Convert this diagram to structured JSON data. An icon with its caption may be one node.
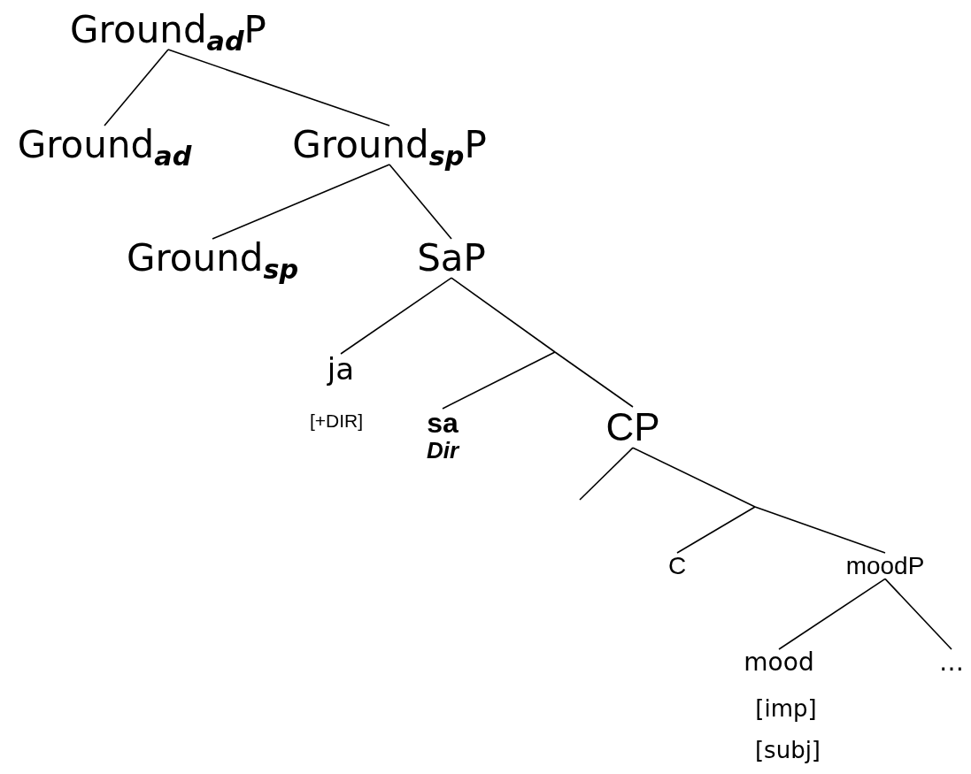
{
  "diagram": {
    "nodes": [
      {
        "text": [
          "Ground$_{ad}$P"
        ]
      },
      {
        "text": [
          "Ground$_{ad}$"
        ]
      },
      {
        "text": [
          "Ground$_{sp}$P"
        ]
      },
      {
        "text": [
          "Ground$_{sp}$"
        ]
      },
      {
        "text": [
          "SaP"
        ]
      },
      {
        "text": [
          "ja"
        ],
        "beside": [
          "[+DIR]"
        ]
      },
      {
        "text": [
          "sa",
          "Dir"
        ]
      },
      {
        "text": [
          "CP"
        ]
      },
      {
        "text": [
          "C"
        ]
      },
      {
        "text": [
          "moodP"
        ]
      },
      {
        "text": [
          "mood"
        ],
        "beside": [
          "[imp]",
          "[subj]"
        ]
      },
      {
        "text": [
          "…"
        ]
      }
    ],
    "edges": [
      {
        "from": 0,
        "to": 1,
        "arrow": "none"
      },
      {
        "from": 0,
        "to": 2,
        "arrow": "none"
      },
      {
        "from": 2,
        "to": 3,
        "arrow": "none"
      },
      {
        "from": 2,
        "to": 4,
        "arrow": "none"
      },
      {
        "from": 4,
        "to": 5,
        "arrow": "none"
      },
      {
        "from": 4,
        "to": null,
        "arrow": "none"
      },
      {
        "from": null,
        "to": 6,
        "arrow": "none"
      },
      {
        "from": null,
        "to": 7,
        "arrow": "none"
      },
      {
        "from": 7,
        "to": null,
        "arrow": "none"
      },
      {
        "from": 7,
        "to": null,
        "arrow": "none"
      },
      {
        "from": null,
        "to": 8,
        "arrow": "none"
      },
      {
        "from": null,
        "to": 9,
        "arrow": "none"
      },
      {
        "from": 9,
        "to": 10,
        "arrow": "none"
      },
      {
        "from": 9,
        "to": 11,
        "arrow": "none"
      }
    ]
  }
}
